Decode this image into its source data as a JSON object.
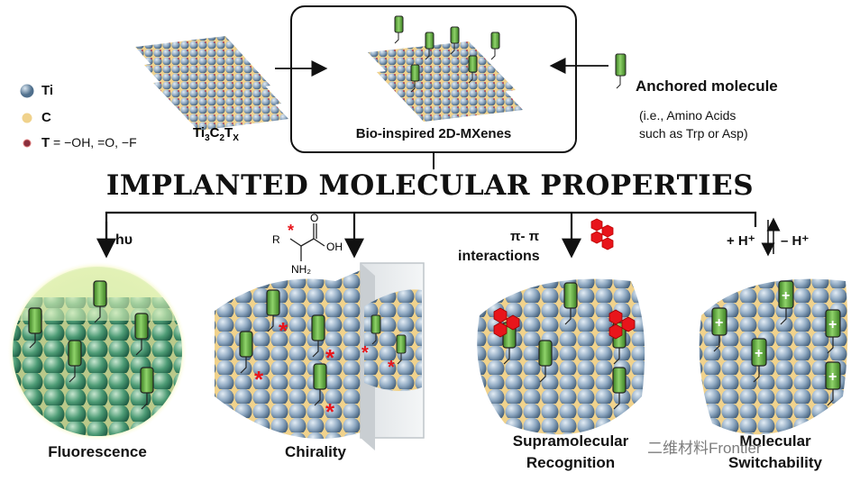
{
  "legend": [
    {
      "symbol": "Ti",
      "desc": ""
    },
    {
      "symbol": "C",
      "desc": ""
    },
    {
      "symbol": "T",
      "desc": " = −OH, =O, −F"
    }
  ],
  "precursor_label": "Ti3C2Tx",
  "center_label": "Bio-inspired 2D-MXenes",
  "anchored": {
    "title": "Anchored molecule",
    "note_line1": "(i.e., Amino Acids",
    "note_line2": "such as Trp or Asp)"
  },
  "main_title": "IMPLANTED MOLECULAR PROPERTIES",
  "stimuli": {
    "light": "hυ",
    "pi_line1": "π- π",
    "pi_line2": "interactions",
    "proton_add": "+ H⁺",
    "proton_remove": "– H⁺"
  },
  "amino_acid": {
    "r": "R",
    "oh": "OH",
    "o": "O",
    "nh2": "NH₂"
  },
  "properties": [
    {
      "label_line1": "Fluorescence",
      "label_line2": ""
    },
    {
      "label_line1": "Chirality",
      "label_line2": ""
    },
    {
      "label_line1": "Supramolecular",
      "label_line2": "Recognition"
    },
    {
      "label_line1": "Molecular",
      "label_line2": "Switchability"
    }
  ],
  "watermark": "二维材料Frontier",
  "colors": {
    "ti": "#7f9fbc",
    "carbon": "#f0d28c",
    "termination": "#c1505f",
    "molecule": "#5fae3a",
    "red": "#e8151b",
    "glow": "#f2f2a0"
  }
}
